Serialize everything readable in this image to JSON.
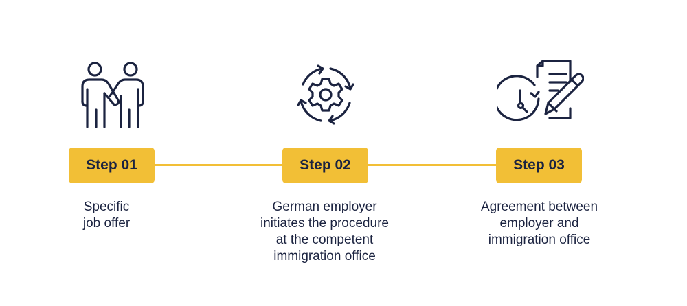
{
  "colors": {
    "accent": "#f2bf36",
    "text": "#1b2340",
    "background": "#ffffff"
  },
  "steps": [
    {
      "label": "Step 01",
      "icon": "handshake-people-icon",
      "description": [
        "Specific",
        "job offer"
      ]
    },
    {
      "label": "Step 02",
      "icon": "gear-cycle-icon",
      "description": [
        "German employer",
        "initiates the procedure",
        "at the competent",
        "immigration office"
      ]
    },
    {
      "label": "Step 03",
      "icon": "clock-document-pencil-icon",
      "description": [
        "Agreement between",
        "employer and",
        "immigration office"
      ]
    }
  ]
}
